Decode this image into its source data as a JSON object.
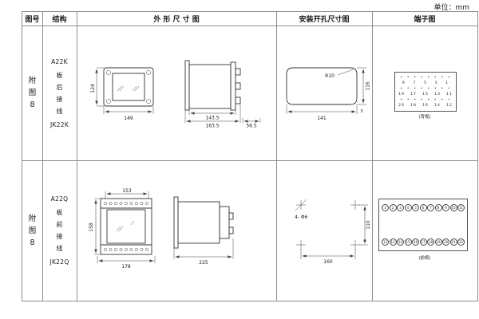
{
  "unit_label": "单位：mm",
  "table": {
    "headers": [
      "图号",
      "结构",
      "外 形 尺 寸 图",
      "安装开孔尺寸图",
      "端子图"
    ]
  },
  "rows": [
    {
      "fig_no": "附图8",
      "model_top": "A22K",
      "wiring": "板后接线",
      "model_bottom": "JK22K",
      "outline": {
        "front_height": "124",
        "front_width": "149",
        "side_len1": "143.5",
        "side_len2": "163.5",
        "side_depth": "56.5"
      },
      "install": {
        "radius": "R10",
        "width": "141",
        "height": "116",
        "edge": "3"
      },
      "terminal": {
        "lines": [
          "•  •  •  •  •  •  •  •",
          "9    7    5    3    1",
          "•  •  •  •  •  •  •  •",
          "19   17   15   13   11",
          "•  •  •  •  •  •  •  •",
          "20   18   16   14   12"
        ],
        "caption": "(背视)"
      }
    },
    {
      "fig_no": "附图8",
      "model_top": "A22Q",
      "wiring": "板前接线",
      "model_bottom": "JK22Q",
      "outline": {
        "front_top_width": "153",
        "front_height": "158",
        "front_width": "178",
        "side_len": "225"
      },
      "install": {
        "holes": "4- Φ6",
        "width": "160",
        "height": "110"
      },
      "terminal": {
        "row_top": [
          "1",
          "2",
          "3",
          "4",
          "5",
          "6",
          "7",
          "8",
          "9",
          "10",
          "11"
        ],
        "row_bottom": [
          "12",
          "13",
          "14",
          "15",
          "16",
          "17",
          "18",
          "19",
          "20",
          "21",
          "22"
        ],
        "caption": "(前视)"
      }
    }
  ]
}
